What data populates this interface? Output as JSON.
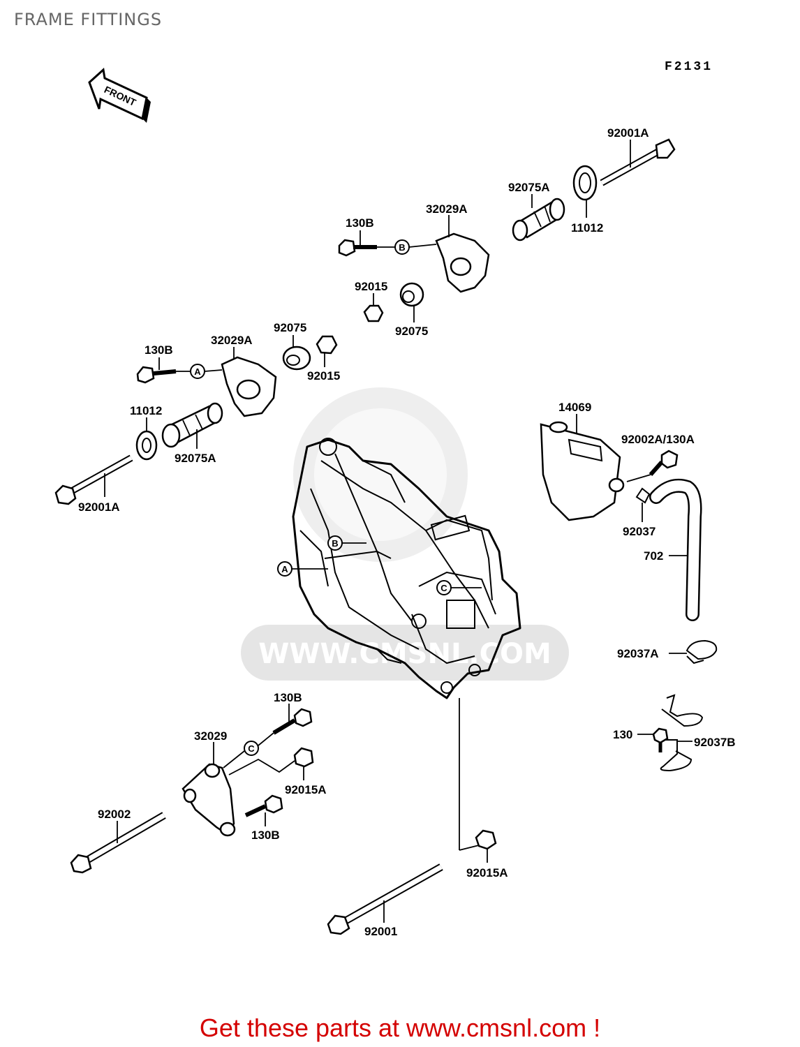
{
  "title": "FRAME FITTINGS",
  "diagram_code": "F2131",
  "front_arrow_text": "FRONT",
  "watermark_text": "WWW.CMSNL.COM",
  "footer_text": "Get these parts at www.cmsnl.com !",
  "callouts": {
    "A": "A",
    "B": "B",
    "C": "C"
  },
  "labels": {
    "p92001A_top": "92001A",
    "p92075A_top": "92075A",
    "p11012_top": "11012",
    "p32029A_top": "32029A",
    "p130B_top": "130B",
    "p92015_mid": "92015",
    "p92075_mid": "92075",
    "p130B_left": "130B",
    "p32029A_left": "32029A",
    "p92075_left": "92075",
    "p92015_left": "92015",
    "p11012_left": "11012",
    "p92075A_left": "92075A",
    "p92001A_left": "92001A",
    "p14069": "14069",
    "p92002A_130A": "92002A/130A",
    "p92037": "92037",
    "p702": "702",
    "p92037A": "92037A",
    "p130": "130",
    "p92037B": "92037B",
    "p130B_low1": "130B",
    "p32029": "32029",
    "p92015A_low": "92015A",
    "p92002": "92002",
    "p130B_low2": "130B",
    "p92015A_bottom": "92015A",
    "p92001": "92001"
  }
}
